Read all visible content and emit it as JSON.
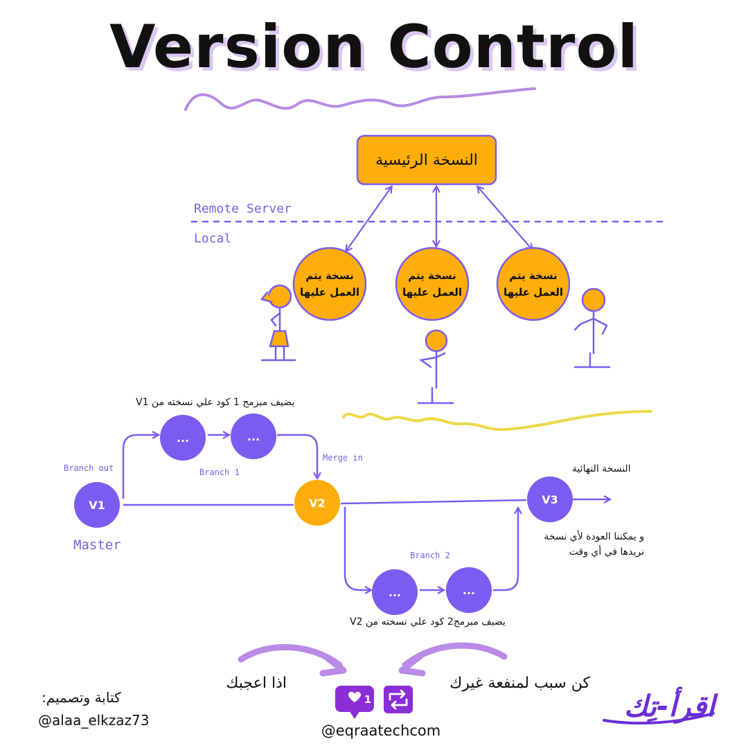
{
  "title": "Version Control",
  "top_diagram": {
    "main_copy_label": "النسخة الرئيسية",
    "remote_label": "Remote Server",
    "local_label": "Local",
    "working_copy_line1": "نسخة يتم",
    "working_copy_line2": "العمل عليها"
  },
  "branch_diagram": {
    "note_branch1": "يضيف مبرمج 1 كود علي نسخته من V1",
    "node_dots": "...",
    "branch_out": "Branch out",
    "branch1": "Branch 1",
    "merge_in": "Merge in",
    "final_label": "النسخة النهائية",
    "v1": "V1",
    "v2": "V2",
    "v3": "V3",
    "master": "Master",
    "note_return_line1": "و يمكننا العودة لأي نسخة",
    "note_return_line2": "نريدها في أي وقت",
    "branch2": "Branch 2",
    "note_branch2": "يضيف مبرمج2 كود علي نسخته من V2"
  },
  "footer": {
    "cta_right": "كن سبب لمنفعة غيرك",
    "cta_left": "اذا اعجبك",
    "like_count": "1",
    "instagram_handle": "@eqraatechcom",
    "credit_label": "كتابة وتصميم:",
    "credit_handle": "@alaa_elkzaz73",
    "brand_logo": "اقرأ-تِك"
  },
  "colors": {
    "purple": "#7a5cf0",
    "orange": "#ffad0a",
    "light_purple": "#b98be6",
    "yellow_squiggle": "#f0d84a",
    "dark": "#111111",
    "instagram_purple": "#8a2fd6"
  }
}
